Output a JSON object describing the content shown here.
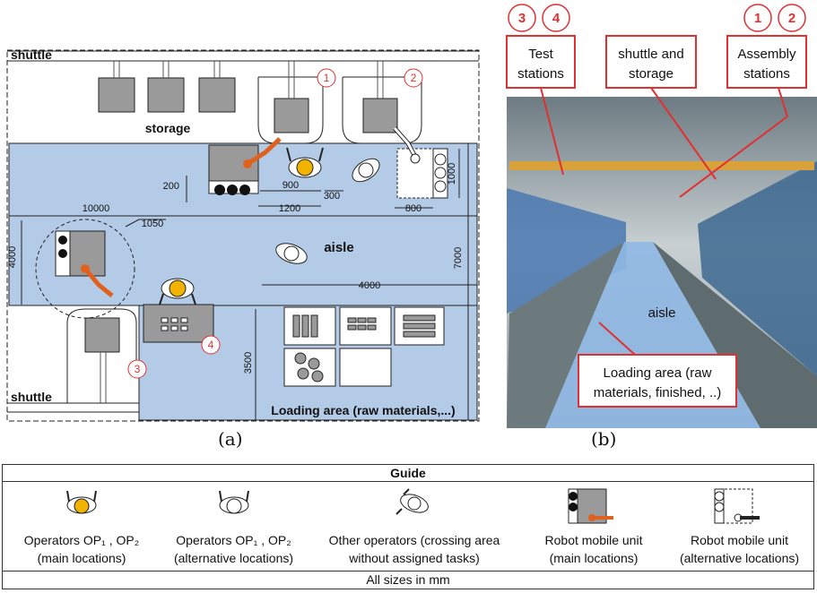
{
  "captions": {
    "a": "(a)",
    "b": "(b)"
  },
  "layout": {
    "shuttle_top": "shuttle",
    "shuttle_bottom": "shuttle",
    "storage": "storage",
    "aisle": "aisle",
    "loading": "Loading area (raw materials,...)",
    "dims": {
      "d200": "200",
      "d900": "900",
      "d300": "300",
      "d1200": "1200",
      "d800": "800",
      "d1000": "1000",
      "d10000": "10000",
      "d1050": "1050",
      "d4000v": "4000",
      "d4000h": "4000",
      "d7000": "7000",
      "d3500": "3500"
    },
    "markers": [
      "1",
      "2",
      "3",
      "4"
    ]
  },
  "photo": {
    "markers": [
      "3",
      "4",
      "1",
      "2"
    ],
    "label_test": [
      "Test",
      "stations"
    ],
    "label_shuttle": [
      "shuttle and",
      "storage"
    ],
    "label_assembly": [
      "Assembly",
      "stations"
    ],
    "aisle": "aisle",
    "loading": [
      "Loading area (raw",
      "materials, finished, ..)"
    ]
  },
  "guide": {
    "title": "Guide",
    "footer": "All sizes in mm",
    "items": [
      {
        "line1": "Operators OP₁ , OP₂",
        "line2": "(main locations)"
      },
      {
        "line1": "Operators OP₁ , OP₂",
        "line2": "(alternative locations)"
      },
      {
        "line1": "Other operators (crossing area",
        "line2": "without assigned tasks)"
      },
      {
        "line1": "Robot mobile unit",
        "line2": "(main locations)"
      },
      {
        "line1": "Robot mobile unit",
        "line2": "(alternative locations)"
      }
    ]
  },
  "colors": {
    "floor": "#b4cbe8",
    "marker": "#e03030",
    "robot_arm": "#e0611e",
    "helmet": "#f2b300",
    "machine": "#9a9a9a"
  }
}
